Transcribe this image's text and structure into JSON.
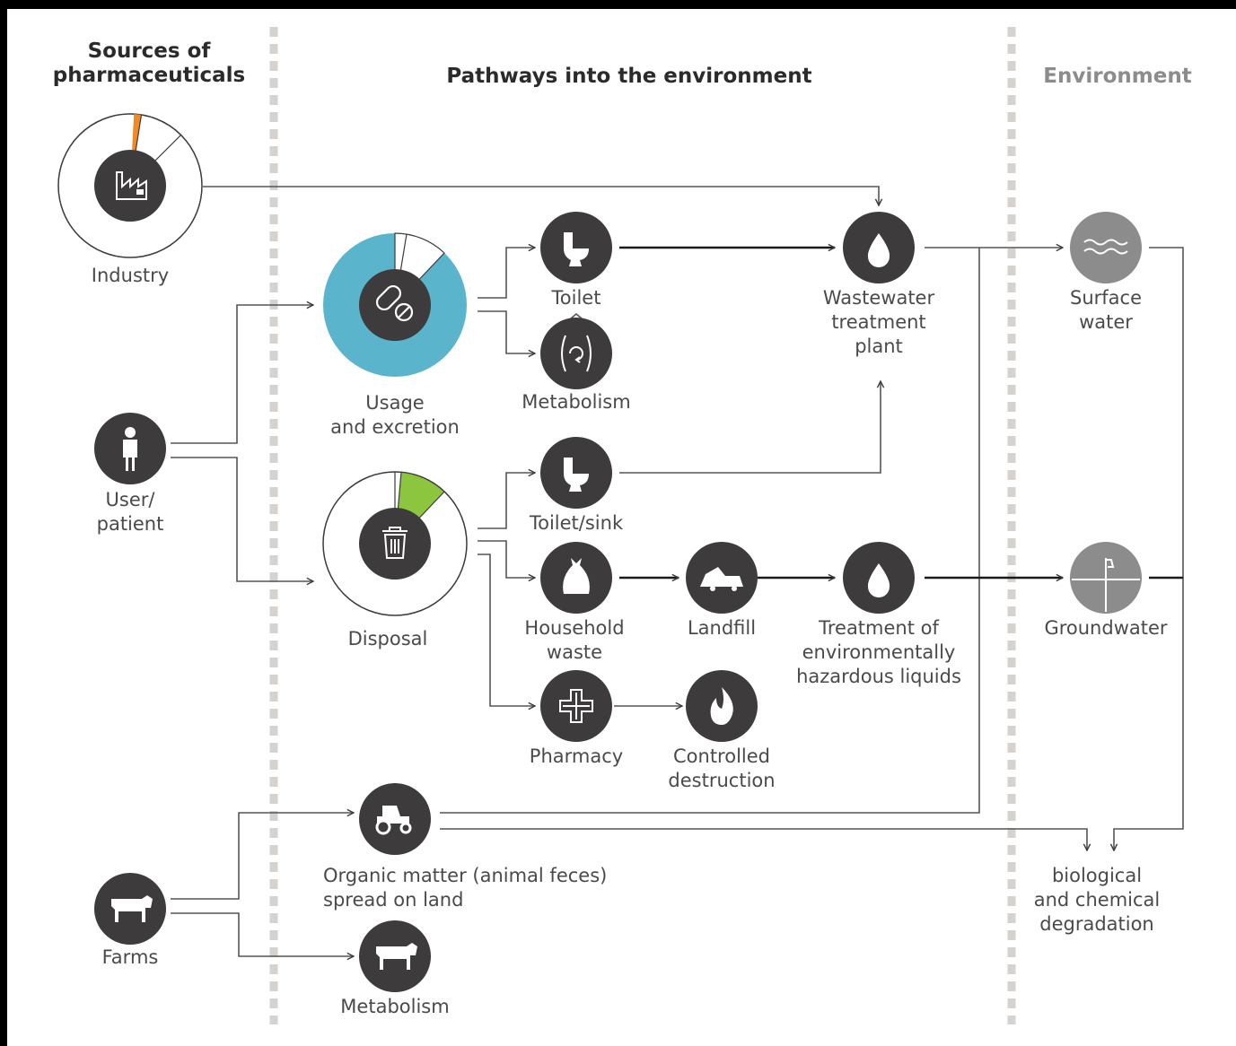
{
  "headers": {
    "sources": "Sources of\npharmaceuticals",
    "pathways": "Pathways into the environment",
    "environment": "Environment"
  },
  "colors": {
    "node_dark": "#3d3b3c",
    "node_grey": "#8c8c8c",
    "usage_ring": "#5ab4cc",
    "disposal_wedge": "#8cc63f",
    "industry_wedge": "#f08a24",
    "divider": "#d5d2cf"
  },
  "nodes": [
    {
      "id": "industry",
      "label": "Industry",
      "icon": "factory-icon"
    },
    {
      "id": "user",
      "label": "User/\npatient",
      "icon": "person-icon"
    },
    {
      "id": "farms",
      "label": "Farms",
      "icon": "cow-icon"
    },
    {
      "id": "usage",
      "label": "Usage\nand excretion",
      "icon": "pills-icon"
    },
    {
      "id": "disposal",
      "label": "Disposal",
      "icon": "trash-icon"
    },
    {
      "id": "toilet",
      "label": "Toilet",
      "icon": "toilet-icon"
    },
    {
      "id": "metabolism",
      "label": "Metabolism",
      "icon": "metabolism-icon"
    },
    {
      "id": "toilet_sink",
      "label": "Toilet/sink",
      "icon": "toilet-icon"
    },
    {
      "id": "household",
      "label": "Household\nwaste",
      "icon": "garbage-bag-icon"
    },
    {
      "id": "pharmacy",
      "label": "Pharmacy",
      "icon": "pharmacy-cross-icon"
    },
    {
      "id": "landfill",
      "label": "Landfill",
      "icon": "dump-truck-icon"
    },
    {
      "id": "destruction",
      "label": "Controlled\ndestruction",
      "icon": "flame-icon"
    },
    {
      "id": "wwtp",
      "label": "Wastewater\ntreatment\nplant",
      "icon": "water-drop-icon"
    },
    {
      "id": "hazardous",
      "label": "Treatment of\nenvironmentally\nhazardous liquids",
      "icon": "water-drop-icon"
    },
    {
      "id": "surface",
      "label": "Surface\nwater",
      "icon": "waves-icon"
    },
    {
      "id": "groundwater",
      "label": "Groundwater",
      "icon": "well-icon"
    },
    {
      "id": "organic",
      "label": "Organic matter (animal feces)\nspread on land",
      "icon": "tractor-icon"
    },
    {
      "id": "farm_metabolism",
      "label": "Metabolism",
      "icon": "cow-icon"
    },
    {
      "id": "degradation",
      "label": "biological\nand chemical\ndegradation",
      "icon": ""
    }
  ]
}
